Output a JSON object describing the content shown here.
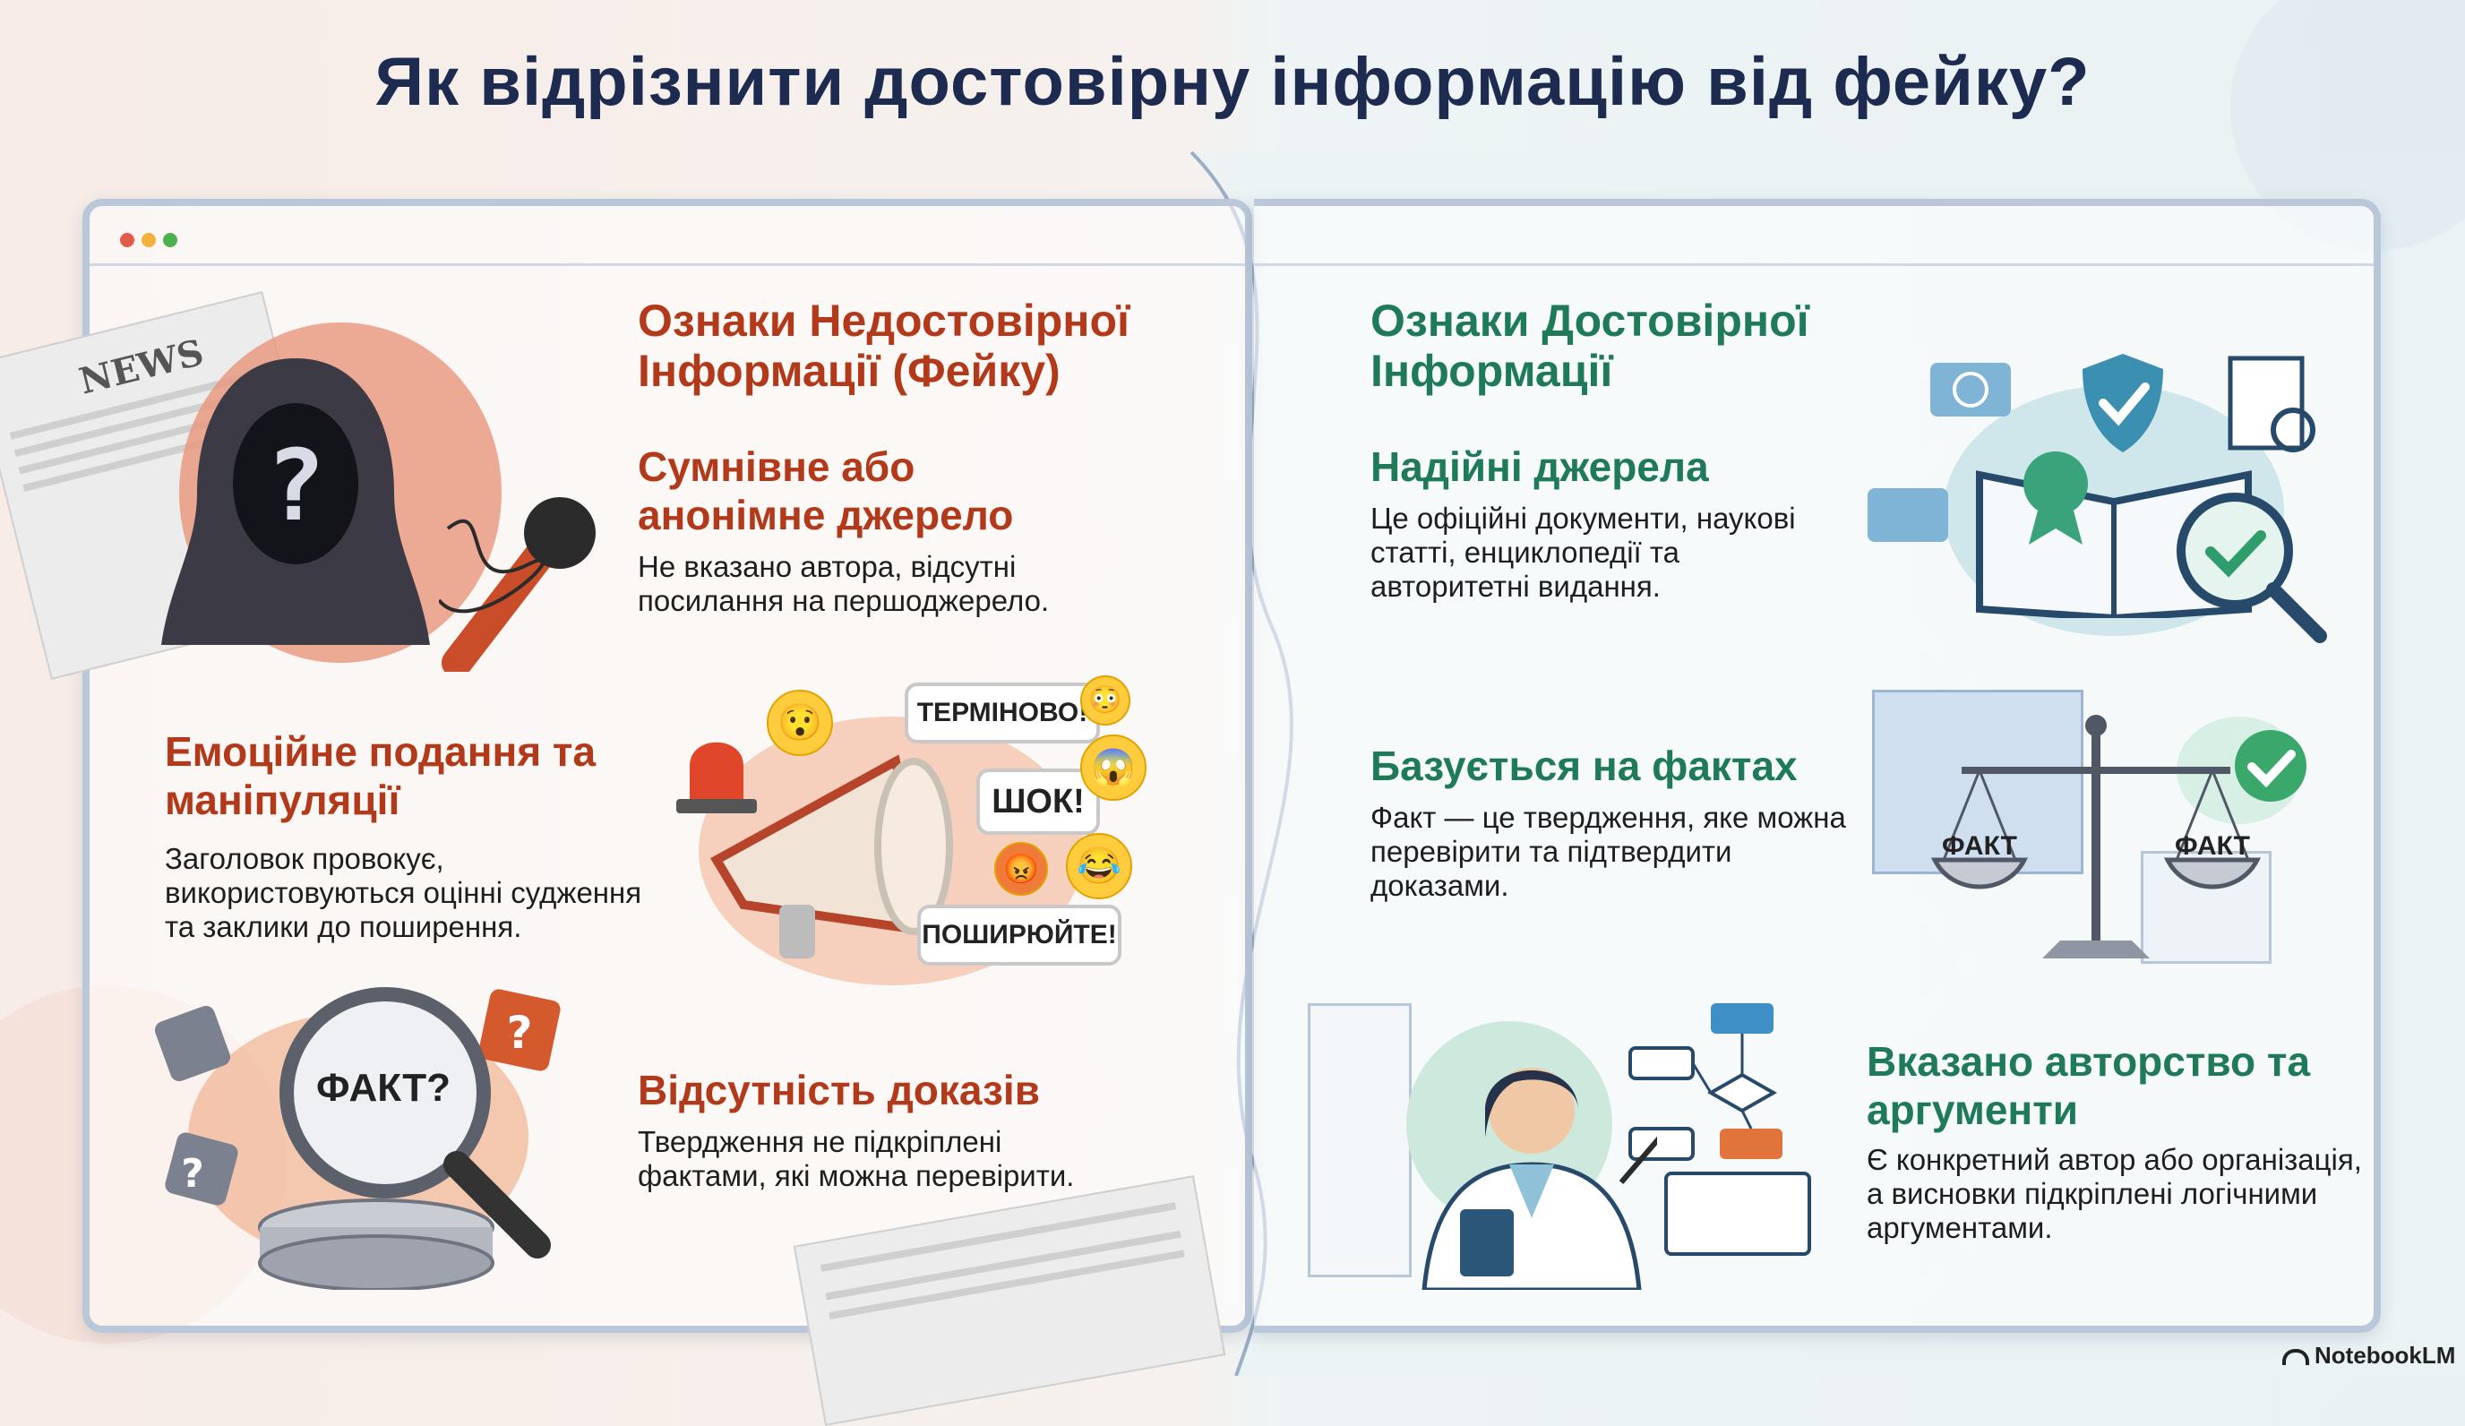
{
  "title": "Як відрізнити достовірну інформацію від фейку?",
  "fake": {
    "heading": "Ознаки Недостовірної Інформації (Фейку)",
    "items": [
      {
        "title": "Сумнівне або анонімне джерело",
        "text": "Не вказано автора, відсутні посилання на першоджерело."
      },
      {
        "title": "Емоційне подання та маніпуляції",
        "text": "Заголовок провокує, використовуються оцінні судження та заклики до поширення."
      },
      {
        "title": "Відсутність доказів",
        "text": "Твердження не підкріплені фактами, які можна перевірити."
      }
    ],
    "illustrations": {
      "newspaper_label": "NEWS",
      "bubbles": [
        "ТЕРМІНОВО!",
        "ШОК!",
        "ПОШИРЮЙТЕ!"
      ],
      "magnifier_label": "ФАКТ?"
    }
  },
  "real": {
    "heading": "Ознаки Достовірної Інформації",
    "items": [
      {
        "title": "Надійні джерела",
        "text": "Це офіційні документи, наукові статті, енциклопедії та авторитетні видання."
      },
      {
        "title": "Базується на фактах",
        "text": "Факт — це твердження, яке можна перевірити та підтвердити доказами."
      },
      {
        "title": "Вказано авторство та аргументи",
        "text": "Є конкретний автор або організація, а висновки підкріплені логічними аргументами."
      }
    ],
    "illustrations": {
      "scale_left": "ФАКТ",
      "scale_right": "ФАКТ"
    }
  },
  "brand": "NotebookLM",
  "colors": {
    "title": "#1c2b4f",
    "fake_accent": "#b23a1b",
    "real_accent": "#1f7a5a"
  }
}
